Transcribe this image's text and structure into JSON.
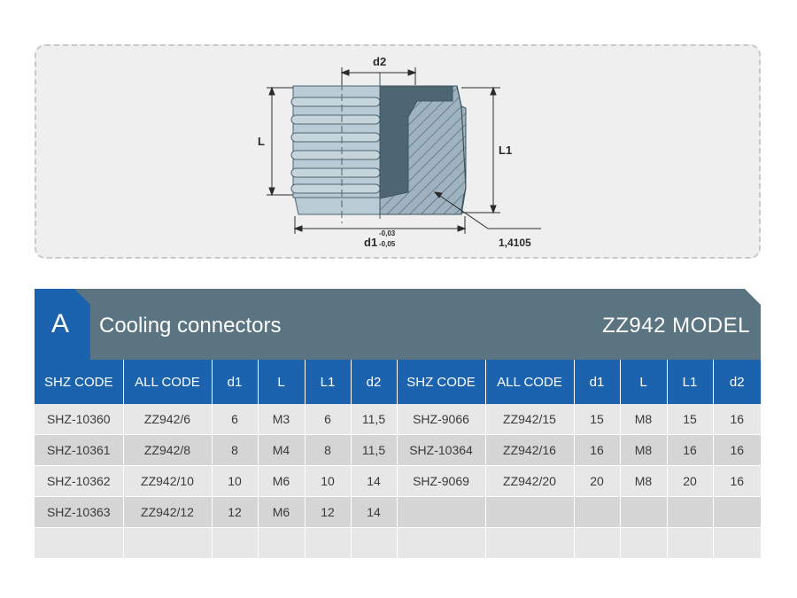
{
  "drawing": {
    "labels": {
      "d2": "d2",
      "L": "L",
      "L1": "L1",
      "d1": "d1",
      "d1_tol_upper": "-0,03",
      "d1_tol_lower": "-0,05",
      "ref_code": "1,4105"
    }
  },
  "header": {
    "letter": "A",
    "title": "Cooling connectors",
    "model": "ZZ942 MODEL",
    "colors": {
      "letter_bg": "#1b63ae",
      "bar_bg": "#5a7481"
    }
  },
  "table": {
    "columns": [
      "SHZ CODE",
      "ALL CODE",
      "d1",
      "L",
      "L1",
      "d2",
      "SHZ CODE",
      "ALL CODE",
      "d1",
      "L",
      "L1",
      "d2"
    ],
    "rows": [
      [
        "SHZ-10360",
        "ZZ942/6",
        "6",
        "M3",
        "6",
        "11,5",
        "SHZ-9066",
        "ZZ942/15",
        "15",
        "M8",
        "15",
        "16"
      ],
      [
        "SHZ-10361",
        "ZZ942/8",
        "8",
        "M4",
        "8",
        "11,5",
        "SHZ-10364",
        "ZZ942/16",
        "16",
        "M8",
        "16",
        "16"
      ],
      [
        "SHZ-10362",
        "ZZ942/10",
        "10",
        "M6",
        "10",
        "14",
        "SHZ-9069",
        "ZZ942/20",
        "20",
        "M8",
        "20",
        "16"
      ],
      [
        "SHZ-10363",
        "ZZ942/12",
        "12",
        "M6",
        "12",
        "14",
        "",
        "",
        "",
        "",
        "",
        ""
      ],
      [
        "",
        "",
        "",
        "",
        "",
        "",
        "",
        "",
        "",
        "",
        "",
        ""
      ]
    ],
    "colors": {
      "header_bg": "#1b63ae",
      "row_light": "#e7e7e7",
      "row_dark": "#d5d5d5"
    }
  }
}
